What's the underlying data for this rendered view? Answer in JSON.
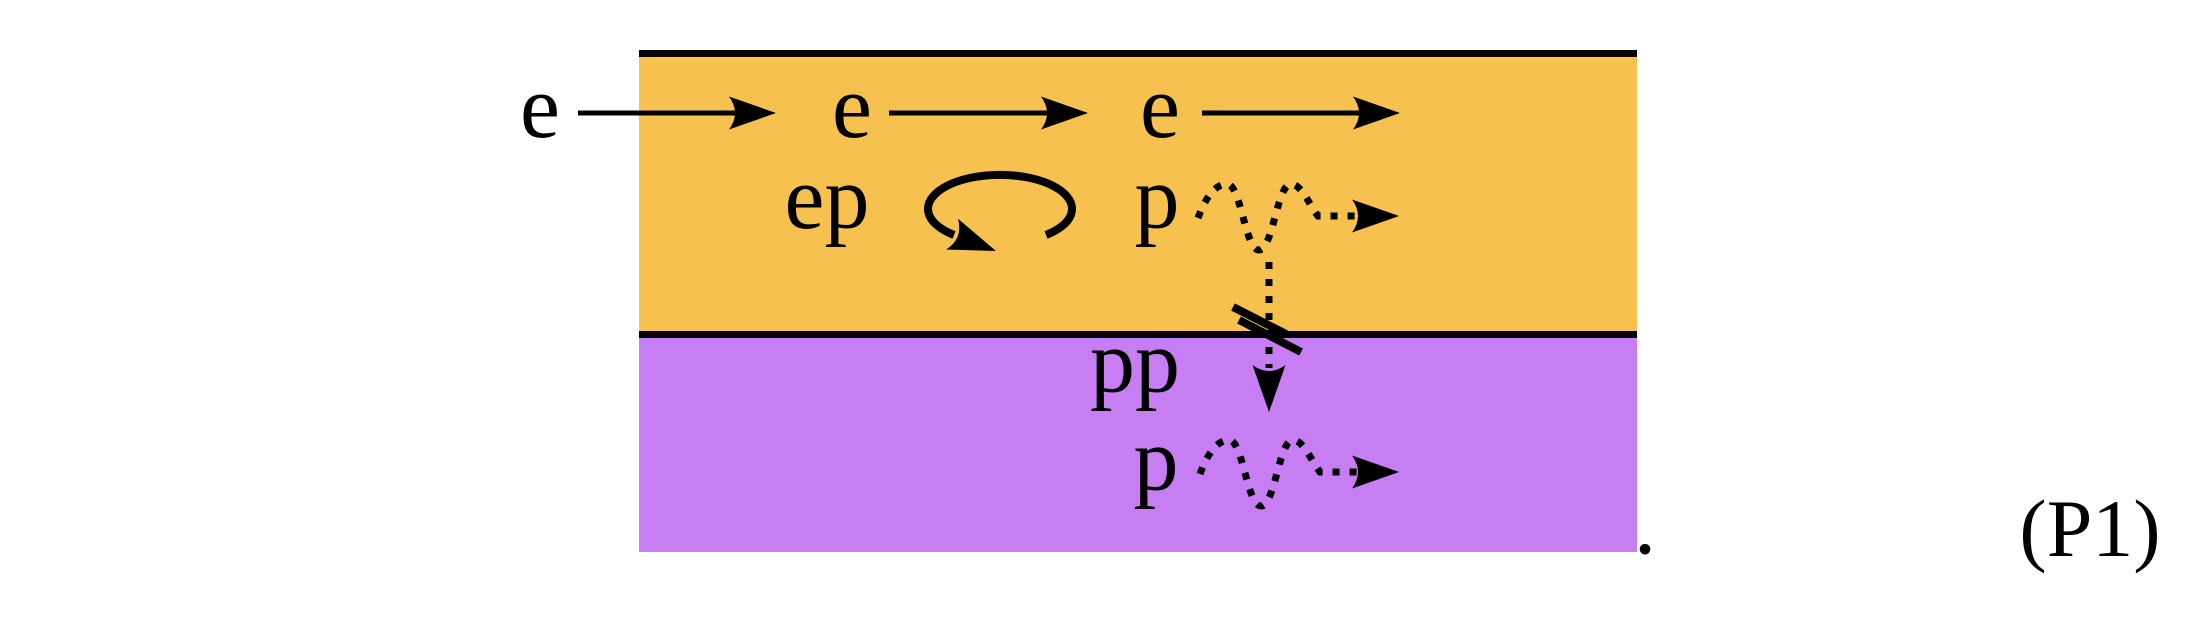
{
  "figure": {
    "period": ".",
    "equation_tag": "(P1)",
    "colors": {
      "background": "#ffffff",
      "top_layer": "#F6C14E",
      "bottom_layer": "#C77EF2",
      "line": "#000000",
      "incoming_electron": "#E8321E"
    },
    "top_layer": {
      "electron_in": "e",
      "electron_mid": "e",
      "electron_out": "e",
      "ep_pair": "ep",
      "polaron": "p"
    },
    "bottom_layer": {
      "pp_pair": "pp",
      "polaron": "p"
    }
  }
}
